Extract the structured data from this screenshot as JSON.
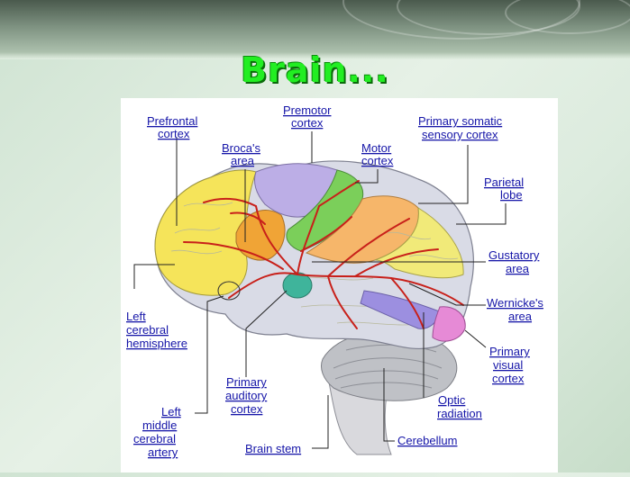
{
  "slide": {
    "title": "Brain..."
  },
  "labels": {
    "prefrontal_1": "Prefrontal",
    "prefrontal_2": "cortex",
    "premotor_1": "Premotor",
    "premotor_2": "cortex",
    "primary_somatic_1": "Primary somatic",
    "primary_somatic_2": "sensory cortex",
    "brocas_1": "Broca's",
    "brocas_2": "area",
    "motor_1": "Motor",
    "motor_2": "cortex",
    "parietal_1": "Parietal",
    "parietal_2": "lobe",
    "gustatory_1": "Gustatory",
    "gustatory_2": "area",
    "left_hemi_1": "Left",
    "left_hemi_2": "cerebral",
    "left_hemi_3": "hemisphere",
    "wernickes_1": "Wernicke's",
    "wernickes_2": "area",
    "primary_visual_1": "Primary",
    "primary_visual_2": "visual",
    "primary_visual_3": "cortex",
    "primary_auditory_1": "Primary",
    "primary_auditory_2": "auditory",
    "primary_auditory_3": "cortex",
    "optic_1": "Optic",
    "optic_2": "radiation",
    "lmca_1": "Left",
    "lmca_2": "middle",
    "lmca_3": "cerebral",
    "lmca_4": "artery",
    "brain_stem": "Brain stem",
    "cerebellum": "Cerebellum"
  },
  "colors": {
    "title_green": "#22ee22",
    "label_blue": "#1515a8",
    "prefrontal_yellow": "#f5e45a",
    "brocas_orange": "#f0a436",
    "premotor_lavender": "#bcaee6",
    "motor_green": "#7bcf5a",
    "somatic_orange": "#f6b66a",
    "parietal_yellow": "#f1ea79",
    "temporal_gray": "#d9dbe6",
    "auditory_teal": "#3fb49b",
    "visual_pink": "#e68ad6",
    "optic_purple": "#9c8fe0",
    "cerebellum_gray": "#bfc1c6",
    "artery_red": "#c8201a"
  }
}
